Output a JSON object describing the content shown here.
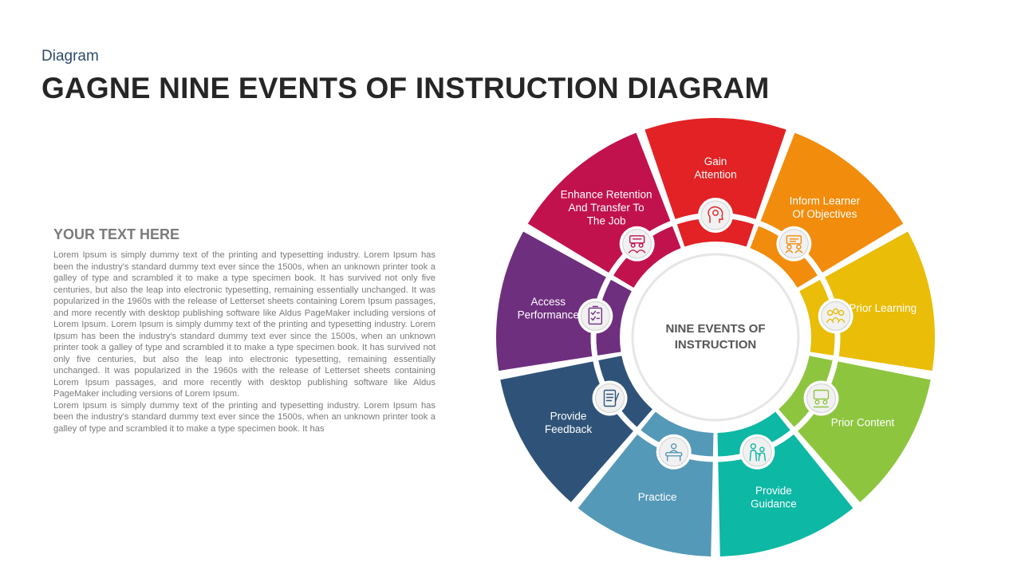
{
  "header": {
    "subtitle": "Diagram",
    "title": "GAGNE NINE EVENTS OF INSTRUCTION DIAGRAM"
  },
  "text_block": {
    "heading": "YOUR TEXT HERE",
    "paragraphs": [
      "Lorem Ipsum is simply dummy text of the printing and typesetting industry. Lorem Ipsum has been the industry's standard dummy text ever since the 1500s, when an unknown printer took a galley of type and scrambled it to make a type specimen book. It has survived not only five centuries, but also the leap into electronic typesetting, remaining essentially unchanged. It was popularized in the 1960s with the release of Letterset sheets containing Lorem Ipsum passages, and more recently with desktop publishing software like Aldus PageMaker including versions of Lorem Ipsum. Lorem Ipsum is simply dummy text of the printing and typesetting industry. Lorem Ipsum has been the industry's standard dummy text ever since the 1500s, when an unknown printer took a galley of type and scrambled it to make a type specimen book. It has survived not only five centuries, but also the leap into electronic typesetting, remaining essentially unchanged. It was popularized in the 1960s with the release of Letterset sheets containing Lorem Ipsum passages, and more recently with desktop publishing software like Aldus PageMaker including versions of Lorem Ipsum.",
      "Lorem Ipsum is simply dummy text of the printing and typesetting industry. Lorem Ipsum has been the industry's standard dummy text ever since the 1500s, when an unknown printer took a galley of type and scrambled it to make a type specimen book. It has"
    ]
  },
  "diagram": {
    "center_label": [
      "NINE EVENTS OF",
      "INSTRUCTION"
    ],
    "segments": [
      {
        "label": [
          "Gain",
          "Attention"
        ],
        "color": "#e22224",
        "icon": "brain-gear-icon"
      },
      {
        "label": [
          "Inform Learner",
          "Of Objectives"
        ],
        "color": "#f28c0c",
        "icon": "presentation-icon"
      },
      {
        "label": [
          "Prior Learning"
        ],
        "color": "#e9bd08",
        "icon": "group-meeting-icon"
      },
      {
        "label": [
          "Prior Content"
        ],
        "color": "#8dc53f",
        "icon": "classroom-icon"
      },
      {
        "label": [
          "Provide",
          "Guidance"
        ],
        "color": "#0db8a4",
        "icon": "mentor-icon"
      },
      {
        "label": [
          "Practice"
        ],
        "color": "#5599b8",
        "icon": "desk-study-icon"
      },
      {
        "label": [
          "Provide",
          "Feedback"
        ],
        "color": "#2f5378",
        "icon": "feedback-form-icon"
      },
      {
        "label": [
          "Access",
          "Performance"
        ],
        "color": "#6f2f7f",
        "icon": "checklist-icon"
      },
      {
        "label": [
          "Enhance Retention",
          "And Transfer To",
          "The Job"
        ],
        "color": "#c1124e",
        "icon": "training-icon"
      }
    ]
  }
}
